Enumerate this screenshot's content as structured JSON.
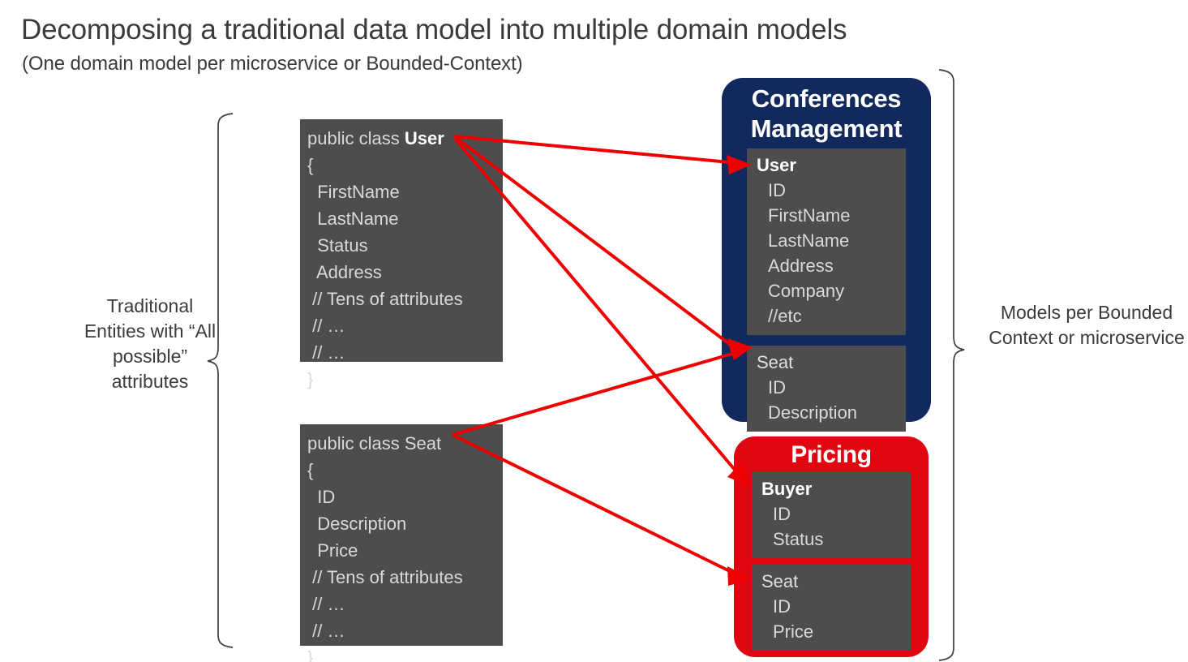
{
  "title": {
    "main": "Decomposing a traditional data model into multiple domain models",
    "sub": "(One domain model per microservice or Bounded-Context)"
  },
  "colors": {
    "conferences_card": "#12295E",
    "pricing_card": "#E00510",
    "entity_box": "#4D4D4D",
    "arrow": "#EE0000",
    "text": "#3B3B3B"
  },
  "captions": {
    "left": "Traditional Entities with “All possible” attributes",
    "right": "Models per Bounded Context or microservice"
  },
  "traditional_classes": [
    {
      "name": "public-class-user",
      "header_prefix": "public class ",
      "header_name": "User",
      "header_name_bold": true,
      "lines": [
        "{",
        "  FirstName",
        "  LastName",
        "  Status",
        "  Address",
        " // Tens of attributes",
        " // …",
        " // …",
        "}"
      ]
    },
    {
      "name": "public-class-seat",
      "header_prefix": "public class ",
      "header_name": "Seat",
      "header_name_bold": false,
      "lines": [
        "{",
        "  ID",
        "  Description",
        "  Price",
        " // Tens of attributes",
        " // …",
        " // …",
        "}"
      ]
    }
  ],
  "bounded_contexts": [
    {
      "id": "conferences-management",
      "title_line1": "Conferences",
      "title_line2": "Management",
      "color": "#12295E",
      "entities": [
        {
          "name": "User",
          "bold": true,
          "attributes": [
            "ID",
            "FirstName",
            "LastName",
            "Address",
            "Company",
            "//etc"
          ]
        },
        {
          "name": "Seat",
          "bold": false,
          "attributes": [
            "ID",
            "Description"
          ]
        }
      ]
    },
    {
      "id": "pricing",
      "title_line1": "Pricing",
      "title_line2": "",
      "color": "#E00510",
      "entities": [
        {
          "name": "Buyer",
          "bold": true,
          "attributes": [
            "ID",
            "Status"
          ]
        },
        {
          "name": "Seat",
          "bold": false,
          "attributes": [
            "ID",
            "Price"
          ]
        }
      ]
    }
  ],
  "mappings": [
    {
      "from": "public class User",
      "to": "Conferences Management / User"
    },
    {
      "from": "public class User",
      "to": "Conferences Management / Seat"
    },
    {
      "from": "public class Seat",
      "to": "Conferences Management / Seat"
    },
    {
      "from": "public class User",
      "to": "Pricing / Buyer"
    },
    {
      "from": "public class Seat",
      "to": "Pricing / Seat"
    }
  ]
}
